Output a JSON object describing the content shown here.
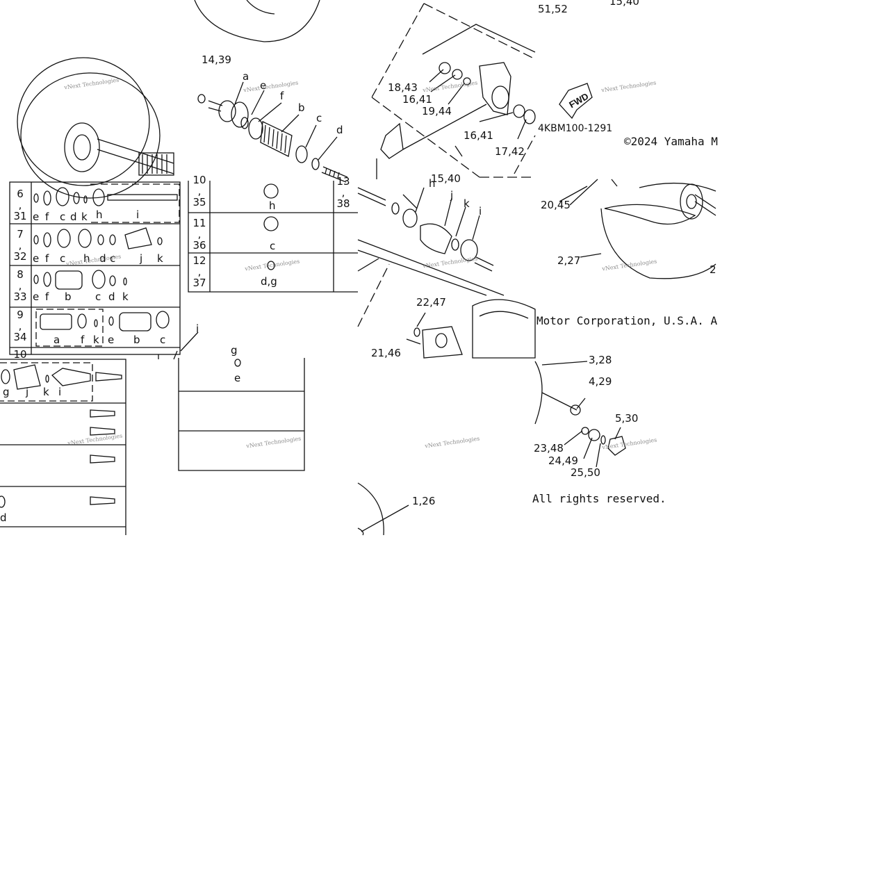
{
  "diagram": {
    "copyright": "©2024 Yamaha M",
    "company_line": "Motor Corporation, U.S.A. A",
    "rights_line": "All rights reserved.",
    "part_code": "4KBM100-1291",
    "fwd_label": "FWD",
    "watermark": "vNext Technologies"
  },
  "callouts": [
    {
      "id": "c1439",
      "text": "14,39"
    },
    {
      "id": "c5152",
      "text": "51,52"
    },
    {
      "id": "c1540top",
      "text": "15,40"
    },
    {
      "id": "c1843",
      "text": "18,43"
    },
    {
      "id": "c1641a",
      "text": "16,41"
    },
    {
      "id": "c1944",
      "text": "19,44"
    },
    {
      "id": "c1641b",
      "text": "16,41"
    },
    {
      "id": "c1742",
      "text": "17,42"
    },
    {
      "id": "c1540",
      "text": "15,40"
    },
    {
      "id": "c2045",
      "text": "20,45"
    },
    {
      "id": "c227",
      "text": "2,27"
    },
    {
      "id": "c2247",
      "text": "22,47"
    },
    {
      "id": "c2146",
      "text": "21,46"
    },
    {
      "id": "c328",
      "text": "3,28"
    },
    {
      "id": "c429",
      "text": "4,29"
    },
    {
      "id": "c530",
      "text": "5,30"
    },
    {
      "id": "c2348",
      "text": "23,48"
    },
    {
      "id": "c2449",
      "text": "24,49"
    },
    {
      "id": "c2550",
      "text": "25,50"
    },
    {
      "id": "c126",
      "text": "1,26"
    },
    {
      "id": "c2x",
      "text": "2"
    }
  ],
  "letters": {
    "a": "a",
    "b": "b",
    "c": "c",
    "d": "d",
    "e": "e",
    "f": "f",
    "g": "g",
    "h": "h",
    "i": "i",
    "j": "j",
    "k": "k",
    "dg": "d,g"
  },
  "table_rows": [
    {
      "label": "6\n,\n31",
      "parts": "e f c d k h i"
    },
    {
      "label": "7\n,\n32",
      "parts": "e f c h d c j k"
    },
    {
      "label": "8\n,\n33",
      "parts": "e f b c d k"
    },
    {
      "label": "9\n,\n34",
      "parts": "a f k e b c"
    },
    {
      "label": "10",
      "parts": ""
    }
  ],
  "table_right_rows": [
    {
      "label": "10\n,\n35",
      "part": "h"
    },
    {
      "label": "11\n,\n36",
      "part": "c"
    },
    {
      "label": "12\n,\n37",
      "part": "d,g"
    },
    {
      "label": "13\n,\n38",
      "part": ""
    }
  ]
}
